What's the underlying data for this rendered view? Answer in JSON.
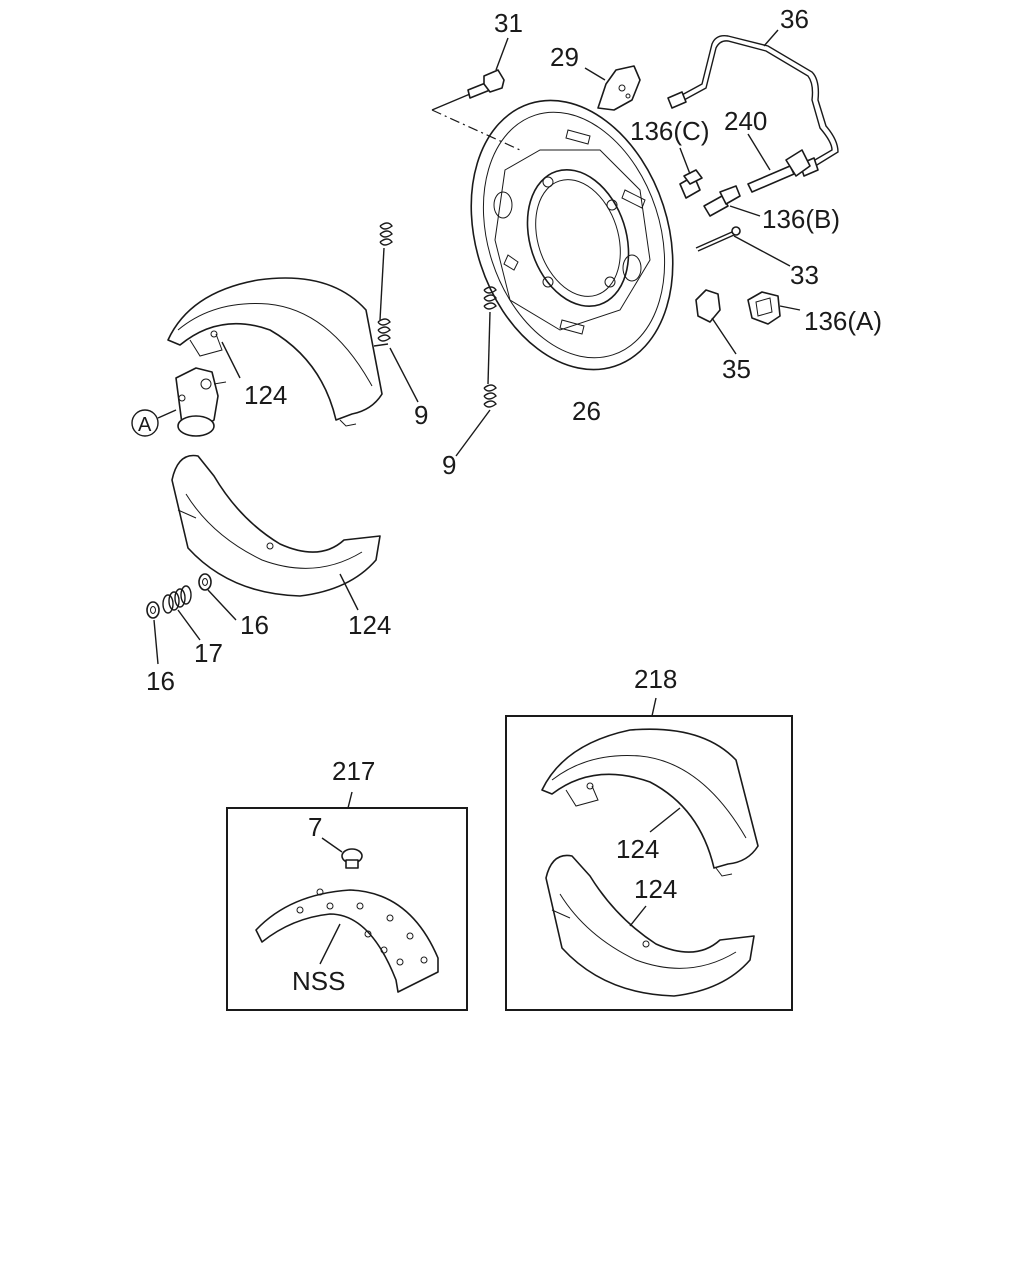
{
  "labels": {
    "l31": "31",
    "l29": "29",
    "l36": "36",
    "l136c": "136(C)",
    "l240": "240",
    "l136b": "136(B)",
    "l33": "33",
    "l136a": "136(A)",
    "l35": "35",
    "l26": "26",
    "l9a": "9",
    "l9b": "9",
    "l124a": "124",
    "l124b": "124",
    "lA": "A",
    "l16a": "16",
    "l16b": "16",
    "l17": "17",
    "l218": "218",
    "l124c": "124",
    "l124d": "124",
    "l217": "217",
    "l7": "7",
    "lnss": "NSS"
  }
}
